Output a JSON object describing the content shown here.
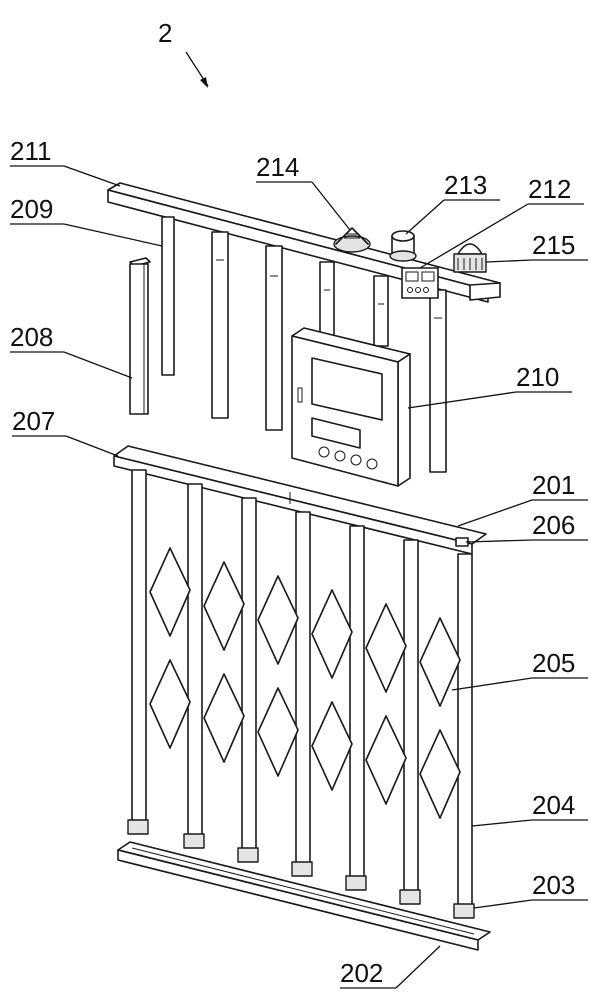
{
  "figure_number": "2",
  "labels": {
    "l201": "201",
    "l202": "202",
    "l203": "203",
    "l204": "204",
    "l205": "205",
    "l206": "206",
    "l207": "207",
    "l208": "208",
    "l209": "209",
    "l210": "210",
    "l211": "211",
    "l212": "212",
    "l213": "213",
    "l214": "214",
    "l215": "215"
  },
  "colors": {
    "line": "#1a1a1a",
    "background": "#ffffff"
  }
}
